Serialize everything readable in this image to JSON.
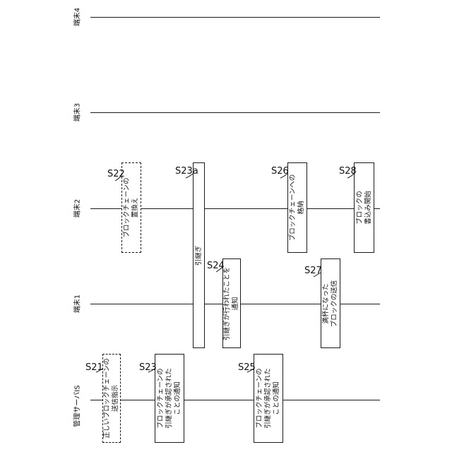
{
  "lanes": {
    "terminal4": "端末4",
    "terminal3": "端末3",
    "terminal2": "端末2",
    "terminal1": "端末1",
    "server": "管理サーバIS"
  },
  "steps": {
    "s21": {
      "label": "S21",
      "lines": [
        "正しいブロックチェーンの",
        "送信指示"
      ]
    },
    "s22": {
      "label": "S22",
      "lines": [
        "ブロックチェーンの",
        "置換え"
      ]
    },
    "s23": {
      "label": "S23",
      "lines": [
        "ブロックチェーンの",
        "引継ぎが承認された",
        "ことの通知"
      ]
    },
    "s23a": {
      "label": "S23a",
      "lines": [
        "引継ぎ"
      ]
    },
    "s24": {
      "label": "S24",
      "lines": [
        "引継ぎが行われたことを",
        "通知"
      ]
    },
    "s25": {
      "label": "S25",
      "lines": [
        "ブロックチェーンの",
        "引継ぎが承認された",
        "ことの通知"
      ]
    },
    "s26": {
      "label": "S26",
      "lines": [
        "ブロックチェーンへの",
        "格納"
      ]
    },
    "s27": {
      "label": "S27",
      "lines": [
        "満杯になった",
        "ブロックの送信"
      ]
    },
    "s28": {
      "label": "S28",
      "lines": [
        "ブロックの",
        "書込み開始"
      ]
    }
  }
}
